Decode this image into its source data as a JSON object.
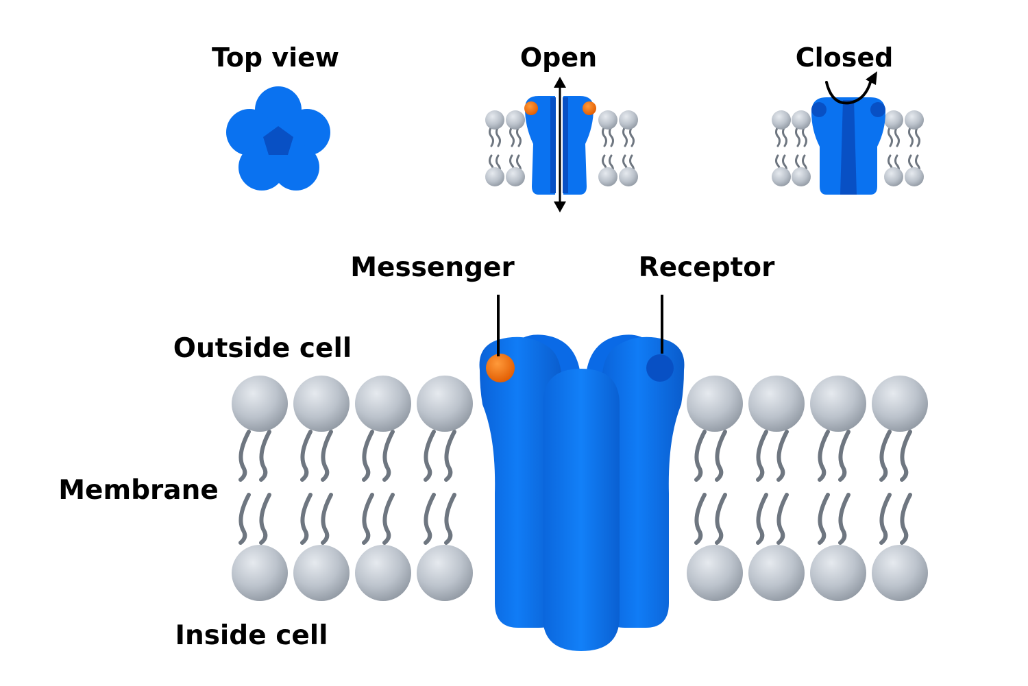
{
  "labels": {
    "top_view": "Top view",
    "open": "Open",
    "closed": "Closed",
    "messenger": "Messenger",
    "receptor": "Receptor",
    "outside_cell": "Outside cell",
    "membrane": "Membrane",
    "inside_cell": "Inside cell"
  },
  "colors": {
    "channel_blue": "#0a72f0",
    "channel_dark": "#0850c4",
    "messenger_orange": "#f06c10",
    "lipid_gray": "#b4bcc6",
    "tail_gray": "#6e7680",
    "text": "#000000"
  }
}
